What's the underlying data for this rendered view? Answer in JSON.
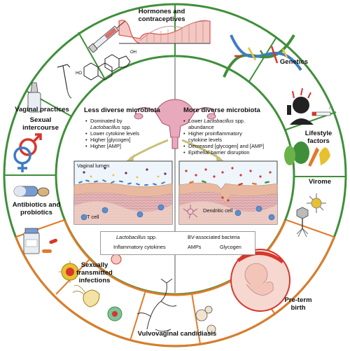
{
  "segments": {
    "hormones": "Hormones and contraceptives",
    "genetics": "Genetics",
    "lifestyle": "Lifestyle factors",
    "virome": "Virome",
    "preterm": "Pre-term birth",
    "candidiasis": "Vulvovaginal candidiasis",
    "sti": "Sexually transmitted infections",
    "antibiotics": "Antibiotics and probiotics",
    "vaginal_practices": "Vaginal practices",
    "sexual_intercourse": "Sexual intercourse"
  },
  "left_panel": {
    "title": "Less diverse microbiota",
    "bullet_1_a": "Dominated by",
    "bullet_1_b": "Lactobacillus",
    "bullet_1_c": "spp.",
    "bullet_2": "Lower cytokine levels",
    "bullet_3": "Higher [glycogen]",
    "bullet_4": "Higher [AMP]",
    "lumen_label": "Vaginal lumen",
    "cell_label": "T cell"
  },
  "right_panel": {
    "title": "More diverse microbiota",
    "bullet_1_a": "Lower",
    "bullet_1_b": "Lactobacillus",
    "bullet_1_c": "spp.",
    "bullet_1_d": "abundance",
    "bullet_2_a": "Higher proinflammatory",
    "bullet_2_b": "cytokine levels",
    "bullet_3": "Decreased [glycogen] and [AMP]",
    "bullet_4": "Epithelial barrier disruption",
    "cell_label": "Dendritic cell"
  },
  "legend": {
    "lacto_a": "Lactobacillus",
    "lacto_b": "spp.",
    "bv": "BV-associated bacteria",
    "cytokines": "Inflammatory cytokines",
    "amps": "AMPs",
    "glycogen": "Glycogen"
  },
  "colors": {
    "green_ring": "#3f8f3a",
    "orange_ring": "#e07b2a",
    "uterus_pink": "#e9a9bd",
    "epithelium": "#e8b9a0",
    "tissue": "#e3b4b6",
    "cell_blue": "#5b8fcf",
    "red_dot": "#d8362c",
    "yellow_dot": "#e6c12f",
    "purple_dot": "#6b2b5a"
  },
  "icons": [
    "syringe-icon",
    "pill-icon",
    "dna-icon",
    "smoker-icon",
    "vegetables-icon",
    "virus-icon",
    "fetus-icon",
    "fungus-icon",
    "bacteria-icon",
    "capsule-icon",
    "bottle-icon",
    "gender-symbols-icon",
    "iud-icon",
    "steroid-molecule-icon"
  ]
}
